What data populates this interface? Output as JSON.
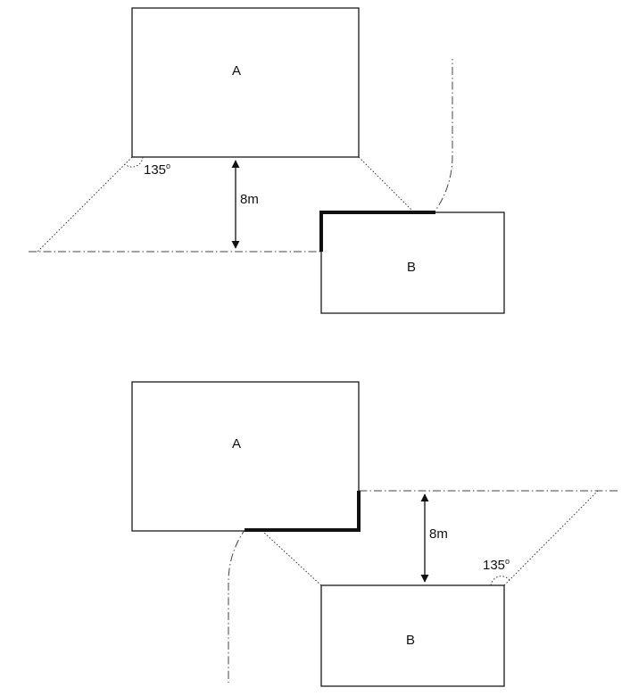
{
  "top_figure": {
    "building_a_label": "A",
    "building_b_label": "B",
    "distance_label": "8m",
    "angle_label": "135",
    "angle_unit": "o"
  },
  "bottom_figure": {
    "building_a_label": "A",
    "building_b_label": "B",
    "distance_label": "8m",
    "angle_label": "135",
    "angle_unit": "o"
  },
  "colors": {
    "line": "#111111",
    "background": "#ffffff"
  }
}
